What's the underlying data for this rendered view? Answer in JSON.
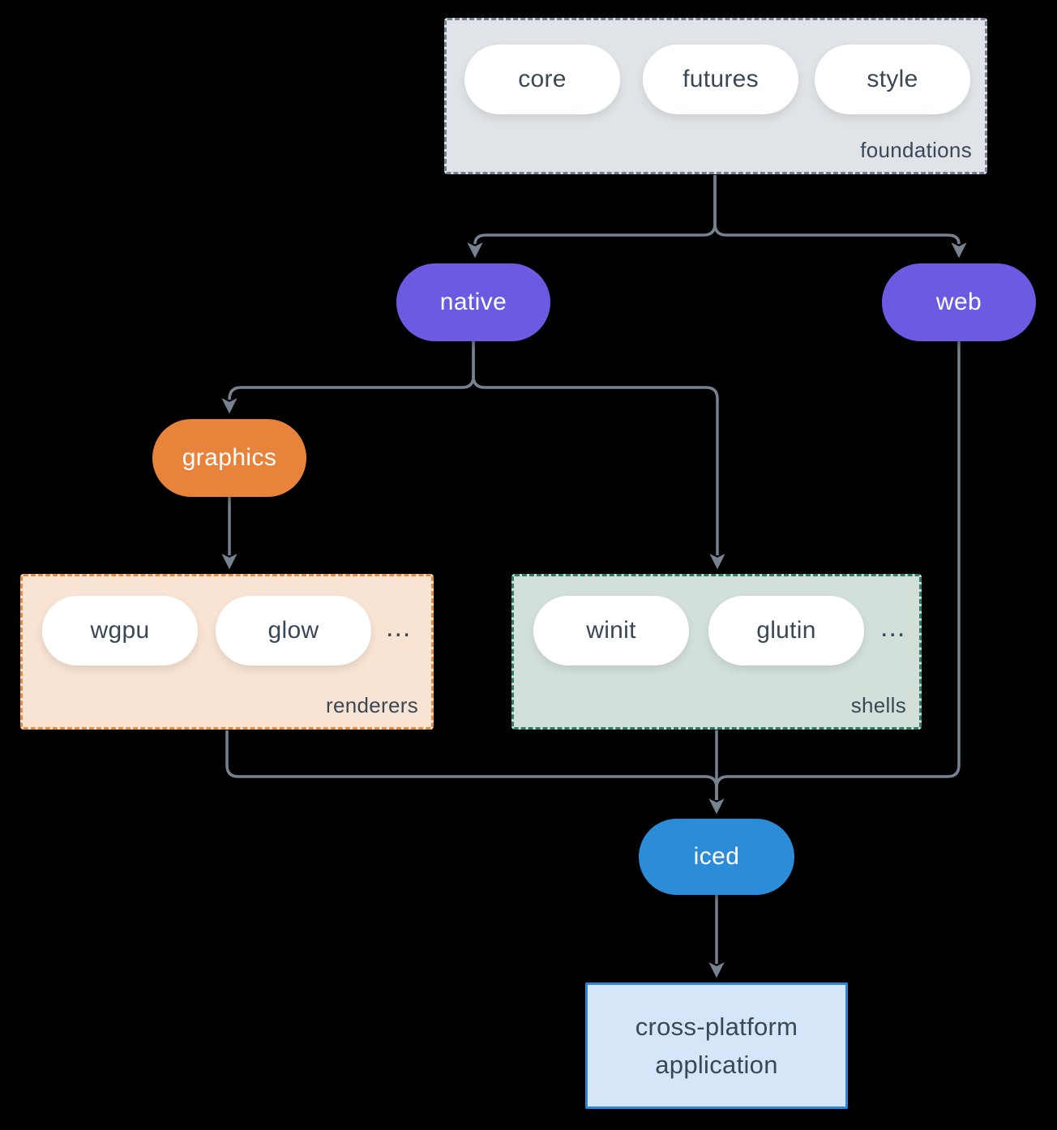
{
  "diagram": {
    "background": "#000000",
    "edge_color": "#76828f",
    "text_color": "#3a4856",
    "groups": {
      "foundations": {
        "label": "foundations",
        "items": [
          "core",
          "futures",
          "style"
        ],
        "bg": "#e0e4e8",
        "border": "#76828f"
      },
      "renderers": {
        "label": "renderers",
        "items": [
          "wgpu",
          "glow"
        ],
        "ellipsis": "...",
        "bg": "#f9e4d4",
        "border": "#e98b3d"
      },
      "shells": {
        "label": "shells",
        "items": [
          "winit",
          "glutin"
        ],
        "ellipsis": "...",
        "bg": "#d3e0da",
        "border": "#2e7d68"
      }
    },
    "nodes": {
      "native": {
        "label": "native",
        "bg": "#6a5be2"
      },
      "web": {
        "label": "web",
        "bg": "#6a5be2"
      },
      "graphics": {
        "label": "graphics",
        "bg": "#e8833c"
      },
      "iced": {
        "label": "iced",
        "bg": "#2d8cd8"
      },
      "application": {
        "label_line1": "cross-platform",
        "label_line2": "application",
        "bg": "#d5e6f8",
        "border": "#2e86d4"
      }
    }
  }
}
